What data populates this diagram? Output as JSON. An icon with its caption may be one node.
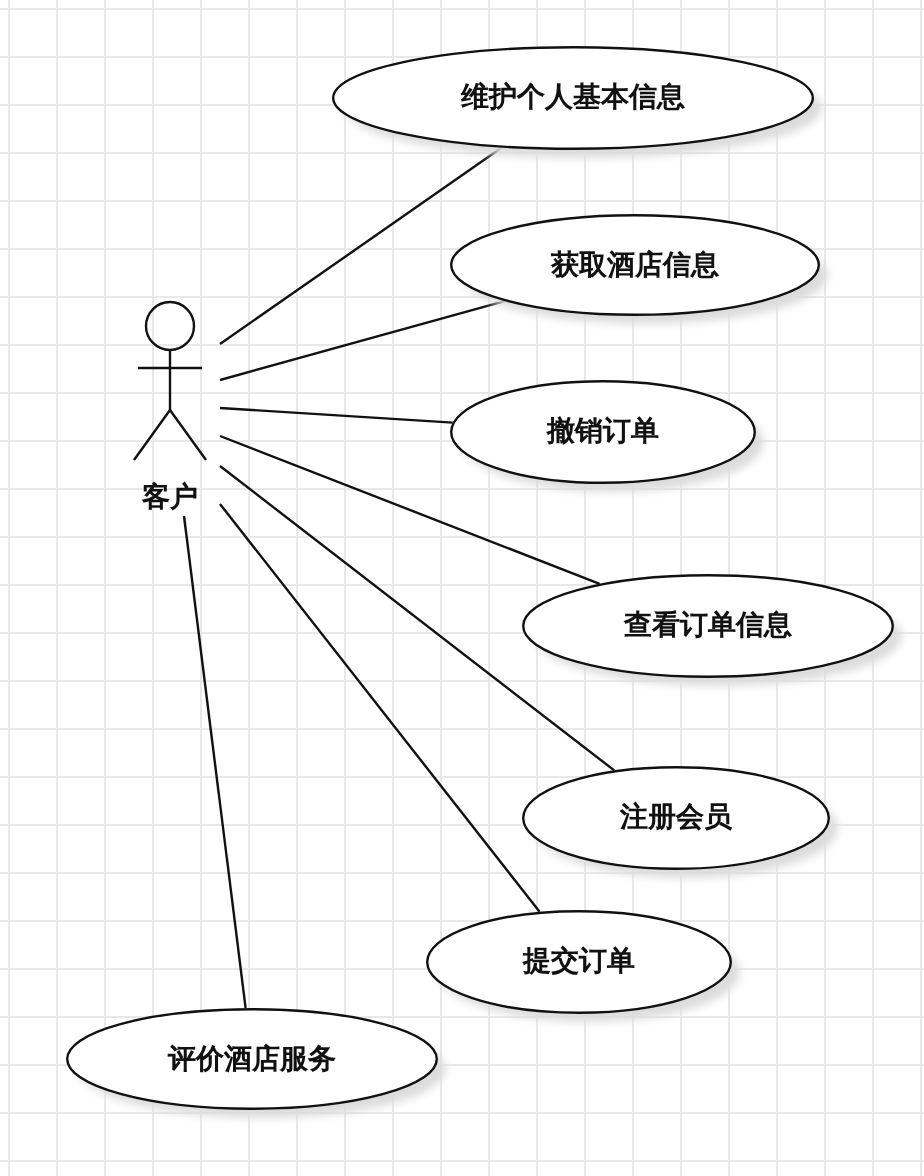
{
  "diagram": {
    "nodes": [
      {
        "text": [
          "客户"
        ]
      },
      {
        "text": [
          "维护个人基本信息"
        ]
      },
      {
        "text": [
          "获取酒店信息"
        ]
      },
      {
        "text": [
          "撤销订单"
        ]
      },
      {
        "text": [
          "查看订单信息"
        ]
      },
      {
        "text": [
          "注册会员"
        ]
      },
      {
        "text": [
          "提交订单"
        ]
      },
      {
        "text": [
          "评价酒店服务"
        ]
      }
    ],
    "edges": [
      {
        "from": 0,
        "to": 1,
        "arrow": "none"
      },
      {
        "from": 0,
        "to": 2,
        "arrow": "none"
      },
      {
        "from": 0,
        "to": 3,
        "arrow": "none"
      },
      {
        "from": 0,
        "to": 4,
        "arrow": "none"
      },
      {
        "from": 0,
        "to": 5,
        "arrow": "none"
      },
      {
        "from": 0,
        "to": 6,
        "arrow": "none"
      },
      {
        "from": 0,
        "to": 7,
        "arrow": "none"
      }
    ]
  }
}
